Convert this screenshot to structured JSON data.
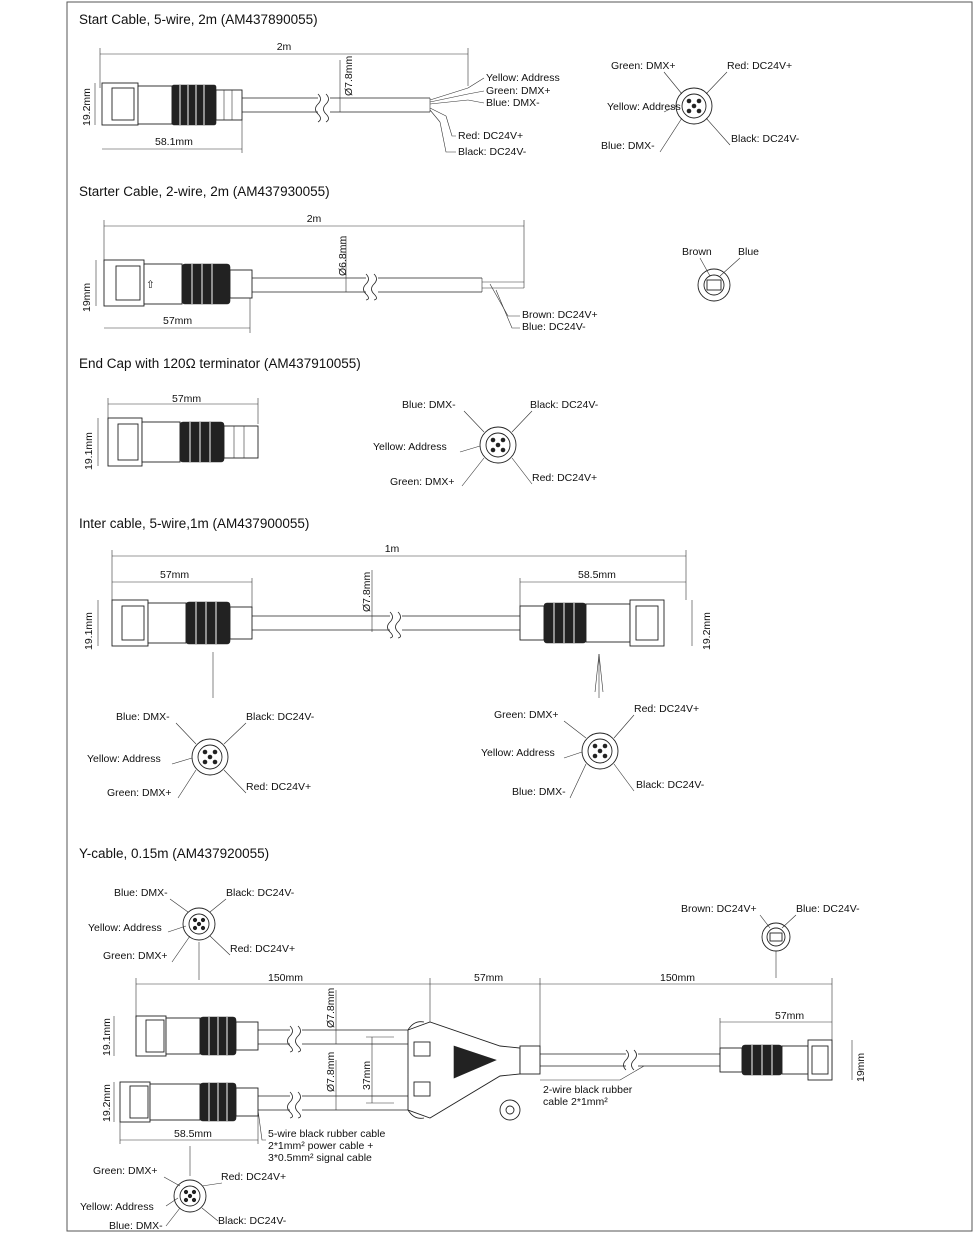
{
  "sections": {
    "start": {
      "title": "Start Cable, 5-wire, 2m (AM437890055)",
      "length": "2m",
      "dia": "Ø7.8mm",
      "height": "19.2mm",
      "conn_len": "58.1mm",
      "wires": [
        "Yellow: Address",
        "Green: DMX+",
        "Blue: DMX-",
        "Red: DC24V+",
        "Black: DC24V-"
      ],
      "pins": {
        "tl": "Green: DMX+",
        "tr": "Red: DC24V+",
        "l": "Yellow: Address",
        "bl": "Blue: DMX-",
        "br": "Black: DC24V-"
      }
    },
    "starter": {
      "title": "Starter Cable, 2-wire, 2m (AM437930055)",
      "length": "2m",
      "dia": "Ø6.8mm",
      "height": "19mm",
      "conn_len": "57mm",
      "wires": [
        "Brown: DC24V+",
        "Blue: DC24V-"
      ],
      "pins": {
        "l": "Brown",
        "r": "Blue"
      }
    },
    "endcap": {
      "title": "End Cap with 120Ω terminator (AM437910055)",
      "length": "57mm",
      "height": "19.1mm",
      "pins": {
        "tl": "Blue: DMX-",
        "tr": "Black: DC24V-",
        "l": "Yellow: Address",
        "bl": "Green: DMX+",
        "br": "Red: DC24V+"
      }
    },
    "inter": {
      "title": "Inter cable, 5-wire,1m (AM437900055)",
      "length": "1m",
      "dia": "Ø7.8mm",
      "left_len": "57mm",
      "right_len": "58.5mm",
      "left_h": "19.1mm",
      "right_h": "19.2mm",
      "pins_left": {
        "tl": "Blue: DMX-",
        "tr": "Black: DC24V-",
        "l": "Yellow: Address",
        "bl": "Green: DMX+",
        "br": "Red: DC24V+"
      },
      "pins_right": {
        "tl": "Green: DMX+",
        "tr": "Red: DC24V+",
        "l": "Yellow: Address",
        "bl": "Blue: DMX-",
        "br": "Black: DC24V-"
      }
    },
    "ycable": {
      "title": "Y-cable, 0.15m (AM437920055)",
      "dim_left": "150mm",
      "dim_mid": "57mm",
      "dim_right": "150mm",
      "dim_conn_right": "57mm",
      "dim_conn_left": "58.5mm",
      "h_top": "19.1mm",
      "h_bot": "19.2mm",
      "h_right": "19mm",
      "dia_top": "Ø7.8mm",
      "dia_bot": "Ø7.8mm",
      "spacing": "37mm",
      "note_5wire": [
        "5-wire black rubber cable",
        "2*1mm² power cable +",
        "3*0.5mm² signal cable"
      ],
      "note_2wire": [
        "2-wire black rubber",
        "cable 2*1mm²"
      ],
      "pins_top": {
        "tl": "Blue: DMX-",
        "tr": "Black: DC24V-",
        "l": "Yellow: Address",
        "bl": "Green: DMX+",
        "br": "Red: DC24V+"
      },
      "pins_bottom": {
        "tl": "Green: DMX+",
        "tr": "Red: DC24V+",
        "l": "Yellow: Address",
        "bl": "Blue: DMX-",
        "br": "Black: DC24V-"
      },
      "pins_right": {
        "l": "Brown: DC24V+",
        "r": "Blue: DC24V-"
      }
    }
  }
}
